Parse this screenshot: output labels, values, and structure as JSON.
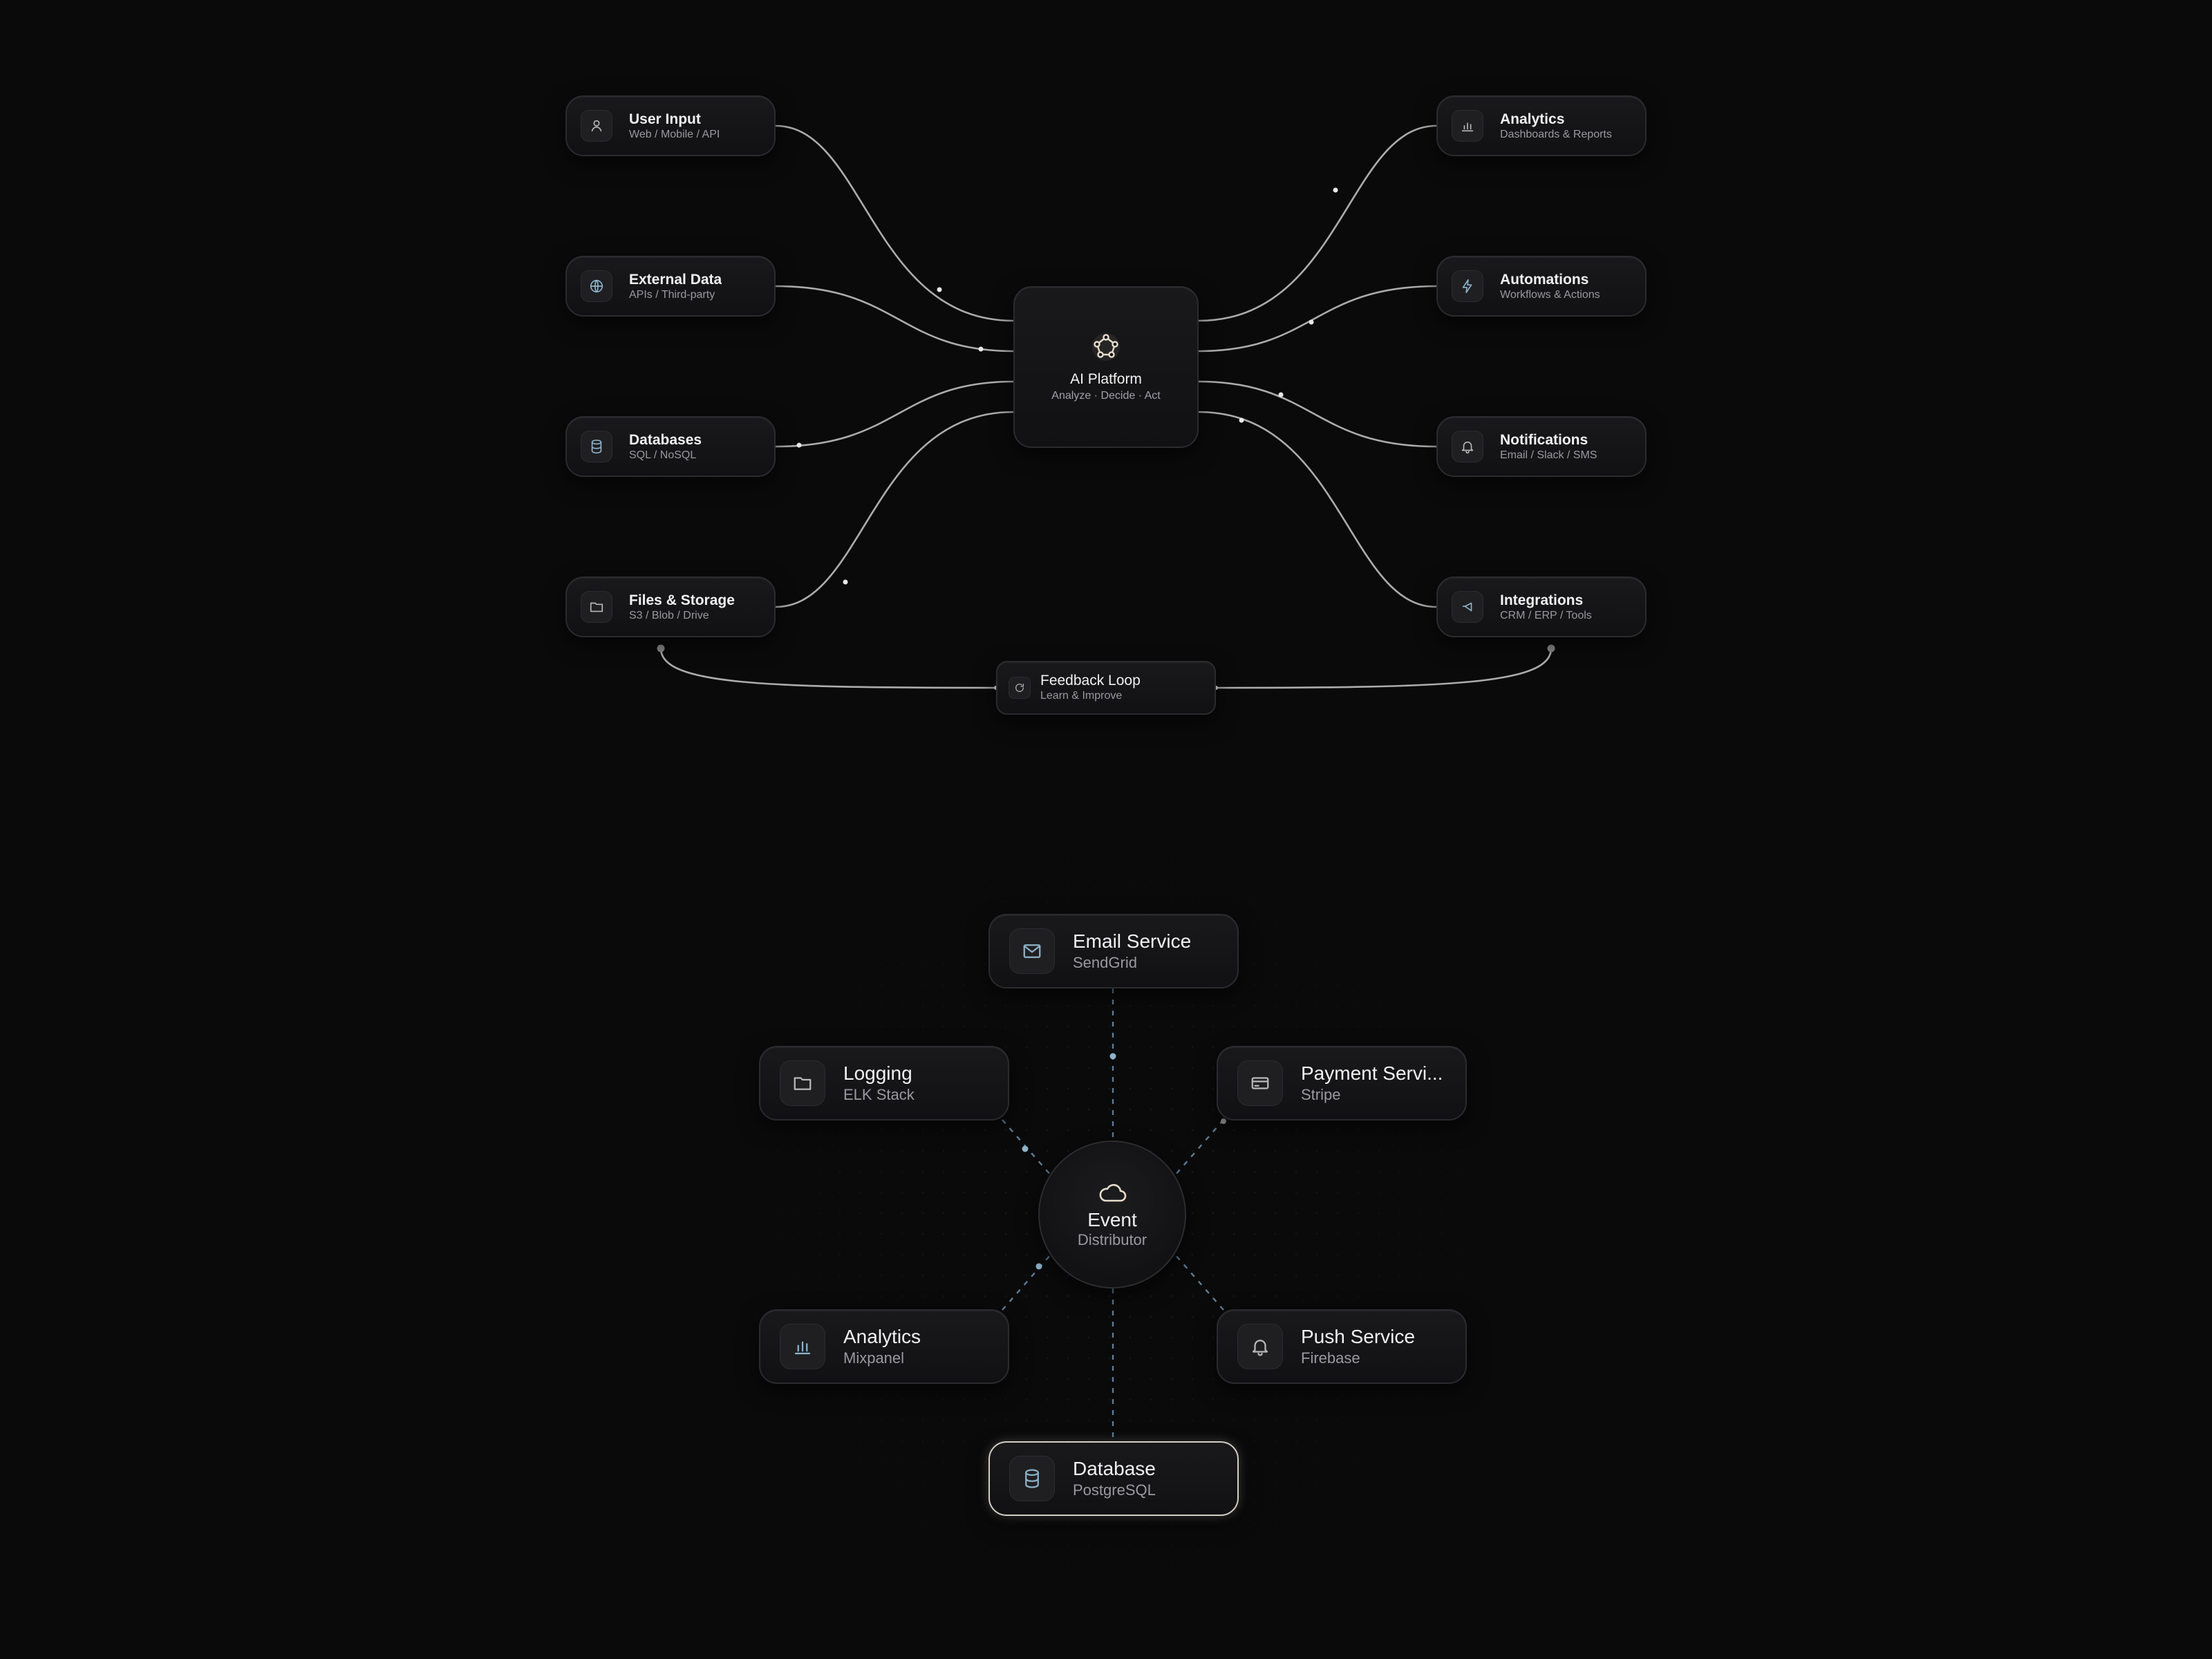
{
  "top_diagram": {
    "hub": {
      "title": "AI Platform",
      "subtitle": "Analyze · Decide · Act",
      "icon": "network-icon"
    },
    "inputs": [
      {
        "title": "User Input",
        "subtitle": "Web / Mobile / API",
        "icon": "user-icon"
      },
      {
        "title": "External Data",
        "subtitle": "APIs / Third-party",
        "icon": "globe-icon"
      },
      {
        "title": "Databases",
        "subtitle": "SQL / NoSQL",
        "icon": "database-icon"
      },
      {
        "title": "Files & Storage",
        "subtitle": "S3 / Blob / Drive",
        "icon": "folder-icon"
      }
    ],
    "outputs": [
      {
        "title": "Analytics",
        "subtitle": "Dashboards & Reports",
        "icon": "bar-chart-icon"
      },
      {
        "title": "Automations",
        "subtitle": "Workflows & Actions",
        "icon": "lightning-icon"
      },
      {
        "title": "Notifications",
        "subtitle": "Email / Slack / SMS",
        "icon": "bell-icon"
      },
      {
        "title": "Integrations",
        "subtitle": "CRM / ERP / Tools",
        "icon": "plug-icon"
      }
    ],
    "feedback": {
      "title": "Feedback Loop",
      "subtitle": "Learn & Improve",
      "icon": "refresh-icon"
    }
  },
  "bottom_diagram": {
    "center": {
      "title": "Event",
      "subtitle": "Distributor",
      "icon": "cloud-icon"
    },
    "services": [
      {
        "title": "Email Service",
        "subtitle": "SendGrid",
        "icon": "mail-icon"
      },
      {
        "title": "Logging",
        "subtitle": "ELK Stack",
        "icon": "folder-icon"
      },
      {
        "title": "Payment Servi...",
        "subtitle": "Stripe",
        "icon": "credit-card-icon"
      },
      {
        "title": "Analytics",
        "subtitle": "Mixpanel",
        "icon": "bar-chart-icon"
      },
      {
        "title": "Push Service",
        "subtitle": "Firebase",
        "icon": "bell-icon"
      },
      {
        "title": "Database",
        "subtitle": "PostgreSQL",
        "icon": "database-icon"
      }
    ]
  },
  "colors": {
    "background": "#0a0a0b",
    "card": "#151517",
    "card_border": "#2b2b2f",
    "connector": "#bdbdbd",
    "dashed_connector": "#5d7d93",
    "accent_blue": "#8fb3c9",
    "active_border": "#d2cfc4",
    "hub_icon": "#e6dccb"
  }
}
